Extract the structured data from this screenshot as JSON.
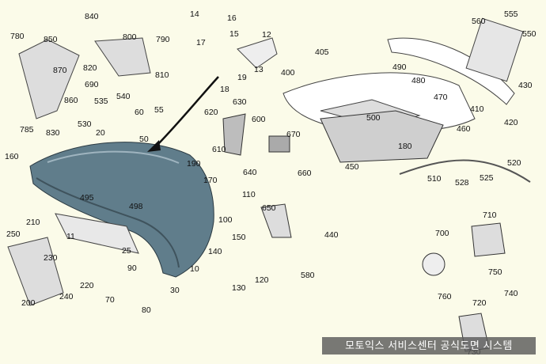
{
  "footer_text": "모토익스 서비스센터 공식도면 시스템",
  "colors": {
    "part_fill": "#607d8b",
    "part_stroke": "#2b3a42",
    "background": "#fbfbe9",
    "overlay": "#5a5a5a"
  },
  "parts": [
    {
      "key": "p10",
      "label": "10"
    },
    {
      "key": "p11",
      "label": "11"
    },
    {
      "key": "p12",
      "label": "12"
    },
    {
      "key": "p13",
      "label": "13"
    },
    {
      "key": "p14",
      "label": "14"
    },
    {
      "key": "p15",
      "label": "15"
    },
    {
      "key": "p16",
      "label": "16"
    },
    {
      "key": "p17",
      "label": "17"
    },
    {
      "key": "p18",
      "label": "18"
    },
    {
      "key": "p19",
      "label": "19"
    },
    {
      "key": "p20",
      "label": "20"
    },
    {
      "key": "p25",
      "label": "25"
    },
    {
      "key": "p30",
      "label": "30"
    },
    {
      "key": "p50",
      "label": "50"
    },
    {
      "key": "p55",
      "label": "55"
    },
    {
      "key": "p60",
      "label": "60"
    },
    {
      "key": "p70",
      "label": "70"
    },
    {
      "key": "p80",
      "label": "80"
    },
    {
      "key": "p90",
      "label": "90"
    },
    {
      "key": "p100",
      "label": "100"
    },
    {
      "key": "p110",
      "label": "110"
    },
    {
      "key": "p120",
      "label": "120"
    },
    {
      "key": "p130",
      "label": "130"
    },
    {
      "key": "p140",
      "label": "140"
    },
    {
      "key": "p150",
      "label": "150"
    },
    {
      "key": "p160",
      "label": "160"
    },
    {
      "key": "p170",
      "label": "170"
    },
    {
      "key": "p180",
      "label": "180"
    },
    {
      "key": "p190",
      "label": "190"
    },
    {
      "key": "p200",
      "label": "200"
    },
    {
      "key": "p210",
      "label": "210"
    },
    {
      "key": "p220",
      "label": "220"
    },
    {
      "key": "p230",
      "label": "230"
    },
    {
      "key": "p240",
      "label": "240"
    },
    {
      "key": "p250",
      "label": "250"
    },
    {
      "key": "p400",
      "label": "400"
    },
    {
      "key": "p405",
      "label": "405"
    },
    {
      "key": "p410",
      "label": "410"
    },
    {
      "key": "p420",
      "label": "420"
    },
    {
      "key": "p430",
      "label": "430"
    },
    {
      "key": "p440",
      "label": "440"
    },
    {
      "key": "p450",
      "label": "450"
    },
    {
      "key": "p460",
      "label": "460"
    },
    {
      "key": "p470",
      "label": "470"
    },
    {
      "key": "p480",
      "label": "480"
    },
    {
      "key": "p490",
      "label": "490"
    },
    {
      "key": "p495",
      "label": "495"
    },
    {
      "key": "p498",
      "label": "498"
    },
    {
      "key": "p500",
      "label": "500"
    },
    {
      "key": "p510",
      "label": "510"
    },
    {
      "key": "p520",
      "label": "520"
    },
    {
      "key": "p525",
      "label": "525"
    },
    {
      "key": "p528",
      "label": "528"
    },
    {
      "key": "p530",
      "label": "530"
    },
    {
      "key": "p535",
      "label": "535"
    },
    {
      "key": "p540",
      "label": "540"
    },
    {
      "key": "p550",
      "label": "550"
    },
    {
      "key": "p555",
      "label": "555"
    },
    {
      "key": "p560",
      "label": "560"
    },
    {
      "key": "p580",
      "label": "580"
    },
    {
      "key": "p600",
      "label": "600"
    },
    {
      "key": "p610",
      "label": "610"
    },
    {
      "key": "p620",
      "label": "620"
    },
    {
      "key": "p630",
      "label": "630"
    },
    {
      "key": "p640",
      "label": "640"
    },
    {
      "key": "p650",
      "label": "650"
    },
    {
      "key": "p660",
      "label": "660"
    },
    {
      "key": "p670",
      "label": "670"
    },
    {
      "key": "p690",
      "label": "690"
    },
    {
      "key": "p700",
      "label": "700"
    },
    {
      "key": "p710",
      "label": "710"
    },
    {
      "key": "p720",
      "label": "720"
    },
    {
      "key": "p730",
      "label": "730"
    },
    {
      "key": "p740",
      "label": "740"
    },
    {
      "key": "p750",
      "label": "750"
    },
    {
      "key": "p760",
      "label": "760"
    },
    {
      "key": "p780",
      "label": "780"
    },
    {
      "key": "p785",
      "label": "785"
    },
    {
      "key": "p790",
      "label": "790"
    },
    {
      "key": "p800",
      "label": "800"
    },
    {
      "key": "p810",
      "label": "810"
    },
    {
      "key": "p820",
      "label": "820"
    },
    {
      "key": "p830",
      "label": "830"
    },
    {
      "key": "p840",
      "label": "840"
    },
    {
      "key": "p850",
      "label": "850"
    },
    {
      "key": "p860",
      "label": "860"
    },
    {
      "key": "p870",
      "label": "870"
    }
  ]
}
